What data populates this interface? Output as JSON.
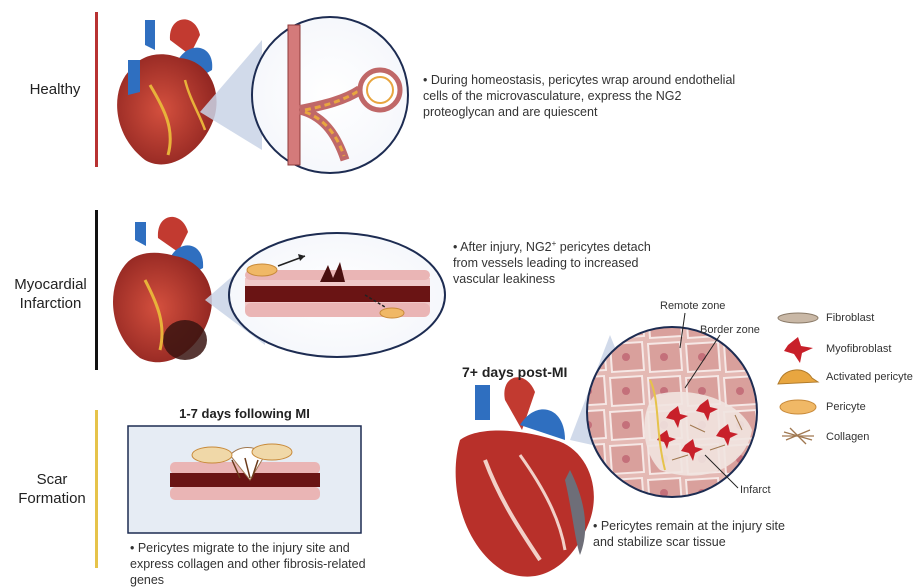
{
  "rows": [
    {
      "label": "Healthy",
      "bar_color": "#b83232",
      "description": "• During homeostasis, pericytes wrap around endothelial cells of the microvasculature, express the NG2 proteoglycan and are quiescent"
    },
    {
      "label_line1": "Myocardial",
      "label_line2": "Infarction",
      "bar_color": "#111111",
      "description_line1": "• After injury, NG2",
      "description_sup": "+",
      "description_line2": " pericytes detach from vessels leading to increased vascular leakiness"
    },
    {
      "label_line1": "Scar",
      "label_line2": "Formation",
      "bar_color": "#e6c34a",
      "panel_title": "1-7 days following MI",
      "description": "• Pericytes migrate to the injury site and express collagen and other fibrosis-related genes"
    }
  ],
  "post_mi": {
    "title": "7+ days post-MI",
    "remote_zone": "Remote zone",
    "border_zone": "Border zone",
    "infarct": "Infarct",
    "description": "• Pericytes remain at the injury site and stabilize scar tissue"
  },
  "legend": [
    {
      "name": "Fibroblast",
      "color": "#c9b8a6"
    },
    {
      "name": "Myofibroblast",
      "color": "#c8202a"
    },
    {
      "name": "Activated pericyte",
      "color": "#e8a640"
    },
    {
      "name": "Pericyte",
      "color": "#f0b866"
    },
    {
      "name": "Collagen",
      "color": "#a07850"
    }
  ],
  "colors": {
    "heart_red": "#b8302a",
    "vessel_blue": "#2f6fc0",
    "tissue_pink": "#eab5b5",
    "zoom_fill": "#c9d4e6"
  }
}
